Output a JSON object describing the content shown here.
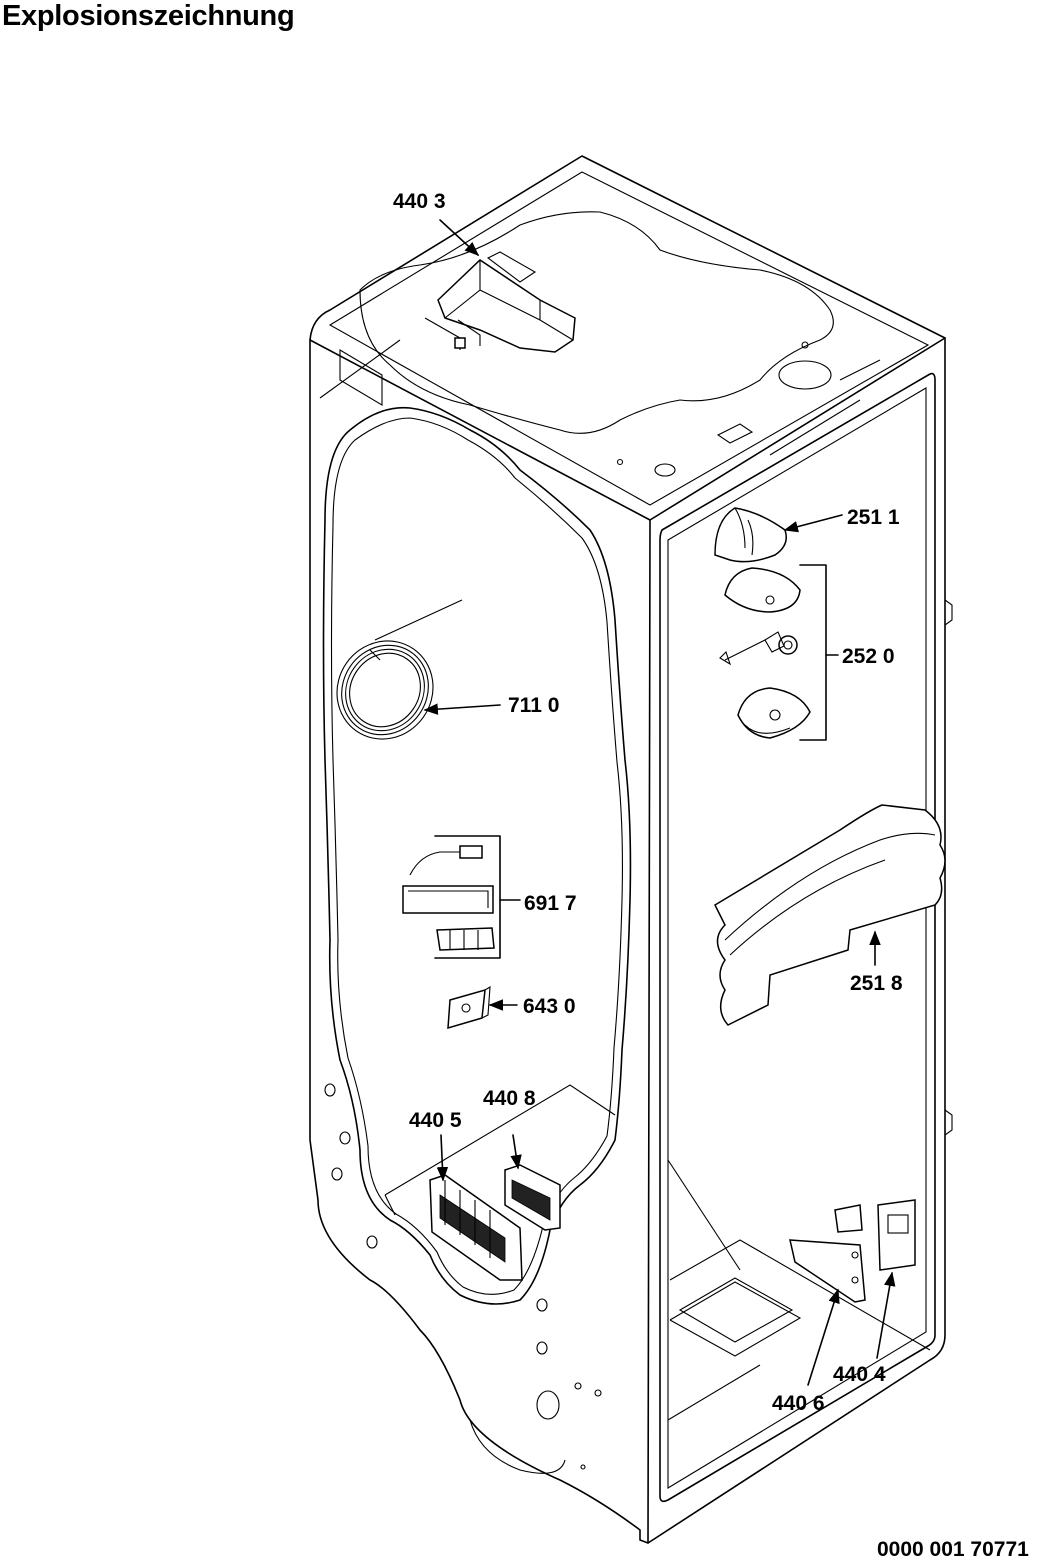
{
  "title": "Explosionszeichnung",
  "drawing_number": "0000 001 70771",
  "parts": [
    {
      "id": "part-4403",
      "label": "440 3"
    },
    {
      "id": "part-2511",
      "label": "251 1"
    },
    {
      "id": "part-2520",
      "label": "252 0"
    },
    {
      "id": "part-7110",
      "label": "711 0"
    },
    {
      "id": "part-6917",
      "label": "691 7"
    },
    {
      "id": "part-2518",
      "label": "251 8"
    },
    {
      "id": "part-6430",
      "label": "643 0"
    },
    {
      "id": "part-4408",
      "label": "440 8"
    },
    {
      "id": "part-4405",
      "label": "440 5"
    },
    {
      "id": "part-4404",
      "label": "440 4"
    },
    {
      "id": "part-4406",
      "label": "440 6"
    }
  ]
}
